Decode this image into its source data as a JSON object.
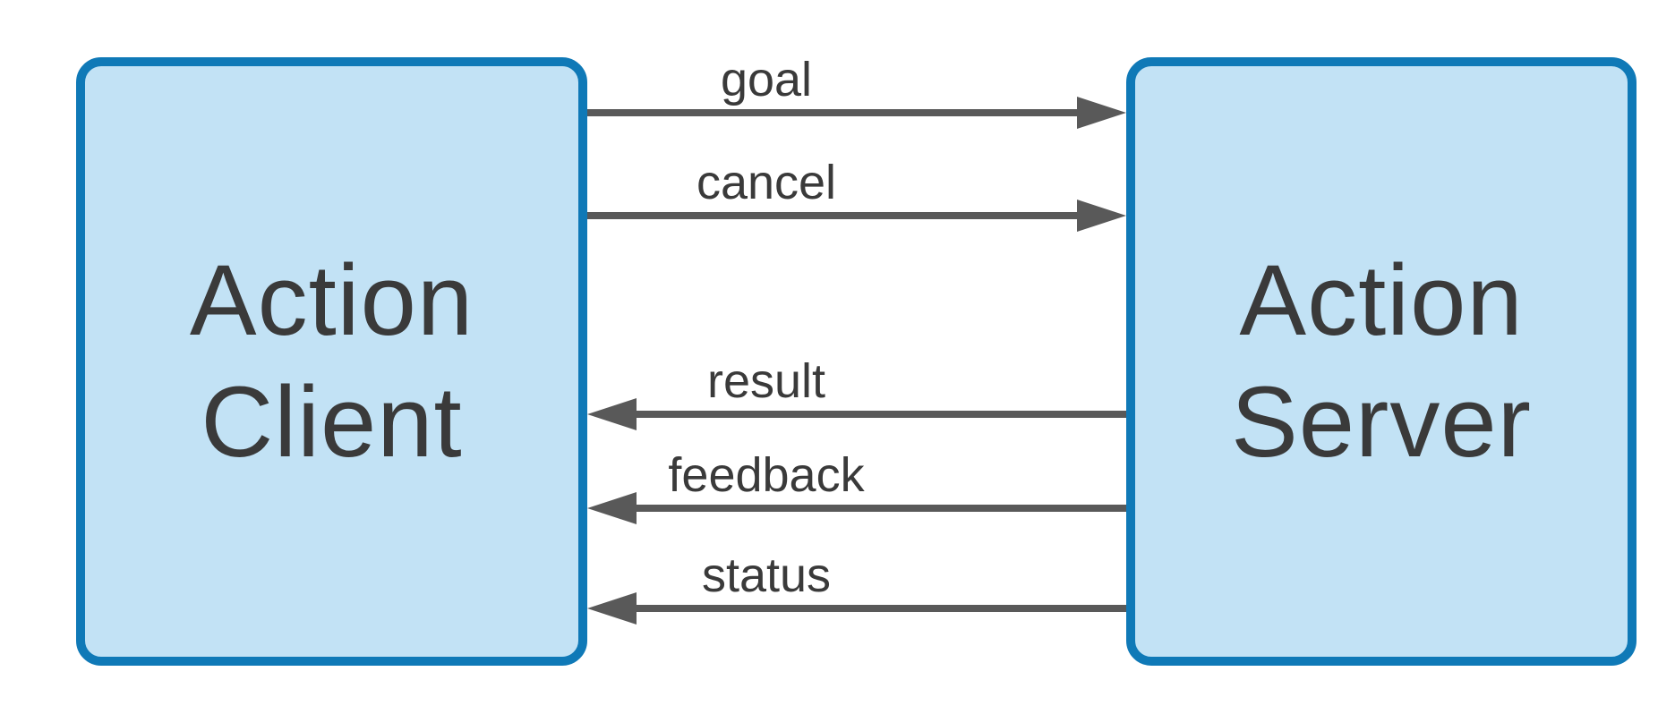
{
  "nodes": {
    "client": {
      "label": "Action Client",
      "line1": "Action",
      "line2": "Client"
    },
    "server": {
      "label": "Action Server",
      "line1": "Action",
      "line2": "Server"
    }
  },
  "arrows": [
    {
      "label": "goal",
      "from": "client",
      "to": "server",
      "direction": "right"
    },
    {
      "label": "cancel",
      "from": "client",
      "to": "server",
      "direction": "right"
    },
    {
      "label": "result",
      "from": "server",
      "to": "client",
      "direction": "left"
    },
    {
      "label": "feedback",
      "from": "server",
      "to": "client",
      "direction": "left"
    },
    {
      "label": "status",
      "from": "server",
      "to": "client",
      "direction": "left"
    }
  ],
  "colors": {
    "background": "#FFFFFF",
    "node_fill": "#C2E2F5",
    "node_border": "#0F79B7",
    "arrow": "#595959",
    "text": "#3A3A3A"
  }
}
